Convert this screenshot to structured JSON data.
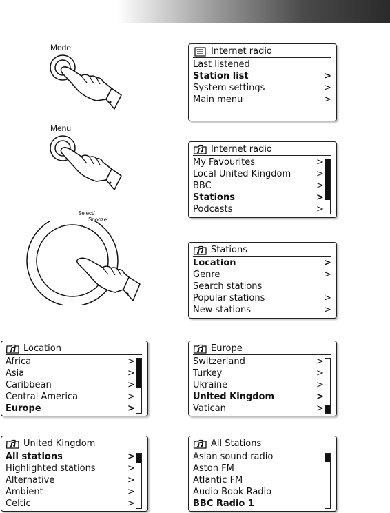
{
  "labels": {
    "mode": "Mode",
    "menu": "Menu",
    "select_line1": "Select/",
    "select_line2": "Snooze"
  },
  "screens": [
    {
      "id": "s1",
      "header": "Internet radio",
      "icon": "list-icon",
      "rows": [
        {
          "label": "Last listened",
          "arrow": "",
          "selected": false
        },
        {
          "label": "Station list",
          "arrow": ">",
          "selected": true
        },
        {
          "label": "System settings",
          "arrow": ">",
          "selected": false
        },
        {
          "label": "Main menu",
          "arrow": ">",
          "selected": false
        }
      ],
      "scrollbar": false
    },
    {
      "id": "s2",
      "header": "Internet radio",
      "icon": "folder-music-icon",
      "rows": [
        {
          "label": "My Favourites",
          "arrow": ">",
          "selected": false
        },
        {
          "label": "Local United Kingdom",
          "arrow": ">",
          "selected": false
        },
        {
          "label": "BBC",
          "arrow": ">",
          "selected": false
        },
        {
          "label": "Stations",
          "arrow": ">",
          "selected": true
        },
        {
          "label": "Podcasts",
          "arrow": ">",
          "selected": false
        }
      ],
      "scrollbar": true,
      "scroll_fraction": 0.75,
      "scroll_position": 0.0
    },
    {
      "id": "s3",
      "header": "Stations",
      "icon": "folder-music-icon",
      "rows": [
        {
          "label": "Location",
          "arrow": ">",
          "selected": true
        },
        {
          "label": "Genre",
          "arrow": ">",
          "selected": false
        },
        {
          "label": "Search stations",
          "arrow": "",
          "selected": false
        },
        {
          "label": "Popular stations",
          "arrow": ">",
          "selected": false
        },
        {
          "label": "New stations",
          "arrow": ">",
          "selected": false
        }
      ],
      "scrollbar": false
    },
    {
      "id": "s4",
      "header": "Location",
      "icon": "folder-music-icon",
      "rows": [
        {
          "label": "Africa",
          "arrow": ">",
          "selected": false
        },
        {
          "label": "Asia",
          "arrow": ">",
          "selected": false
        },
        {
          "label": "Caribbean",
          "arrow": ">",
          "selected": false
        },
        {
          "label": "Central America",
          "arrow": ">",
          "selected": false
        },
        {
          "label": "Europe",
          "arrow": ">",
          "selected": true
        }
      ],
      "scrollbar": true,
      "scroll_fraction": 0.55,
      "scroll_position": 0.0
    },
    {
      "id": "s5",
      "header": "Europe",
      "icon": "folder-music-icon",
      "rows": [
        {
          "label": "Switzerland",
          "arrow": ">",
          "selected": false
        },
        {
          "label": "Turkey",
          "arrow": ">",
          "selected": false
        },
        {
          "label": "Ukraine",
          "arrow": ">",
          "selected": false
        },
        {
          "label": "United Kingdom",
          "arrow": ">",
          "selected": true
        },
        {
          "label": "Vatican",
          "arrow": ">",
          "selected": false
        }
      ],
      "scrollbar": true,
      "scroll_fraction": 0.15,
      "scroll_position": 1.0
    },
    {
      "id": "s6",
      "header": "United Kingdom",
      "icon": "folder-music-icon",
      "rows": [
        {
          "label": "All stations",
          "arrow": ">",
          "selected": true
        },
        {
          "label": "Highlighted stations",
          "arrow": ">",
          "selected": false
        },
        {
          "label": "Alternative",
          "arrow": ">",
          "selected": false
        },
        {
          "label": "Ambient",
          "arrow": ">",
          "selected": false
        },
        {
          "label": "Celtic",
          "arrow": ">",
          "selected": false
        }
      ],
      "scrollbar": true,
      "scroll_fraction": 0.18,
      "scroll_position": 0.0
    },
    {
      "id": "s7",
      "header": "All Stations",
      "icon": "folder-music-icon",
      "rows": [
        {
          "label": "Asian sound radio",
          "arrow": "",
          "selected": false
        },
        {
          "label": "Aston FM",
          "arrow": "",
          "selected": false
        },
        {
          "label": "Atlantic FM",
          "arrow": "",
          "selected": false
        },
        {
          "label": "Audio Book Radio",
          "arrow": "",
          "selected": false
        },
        {
          "label": "BBC Radio 1",
          "arrow": "",
          "selected": true
        }
      ],
      "scrollbar": true,
      "scroll_fraction": 0.15,
      "scroll_position": 0.0
    }
  ]
}
